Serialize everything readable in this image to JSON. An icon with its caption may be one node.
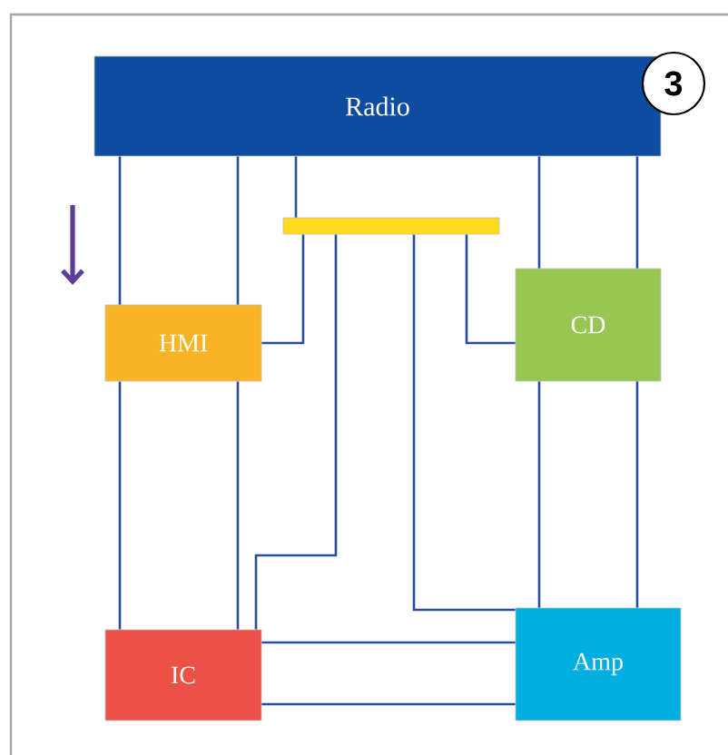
{
  "diagram": {
    "nodes": [
      {
        "text": [
          "Radio"
        ]
      },
      {
        "text": [],
        "shape": "bar"
      },
      {
        "text": [
          "HMI"
        ]
      },
      {
        "text": [
          "CD"
        ]
      },
      {
        "text": [
          "IC"
        ]
      },
      {
        "text": [
          "Amp"
        ]
      }
    ],
    "edges": [
      {
        "from": 0,
        "to": 2,
        "arrow": "none"
      },
      {
        "from": 0,
        "to": 2,
        "arrow": "none"
      },
      {
        "from": 2,
        "to": 4,
        "arrow": "none"
      },
      {
        "from": 2,
        "to": 4,
        "arrow": "none"
      },
      {
        "from": 0,
        "to": 1,
        "arrow": "none"
      },
      {
        "from": 2,
        "to": 1,
        "arrow": "none"
      },
      {
        "from": 1,
        "to": 4,
        "arrow": "none"
      },
      {
        "from": 1,
        "to": 5,
        "arrow": "none"
      },
      {
        "from": 1,
        "to": 3,
        "arrow": "none"
      },
      {
        "from": 0,
        "to": 3,
        "arrow": "none"
      },
      {
        "from": 0,
        "to": 3,
        "arrow": "none"
      },
      {
        "from": 3,
        "to": 5,
        "arrow": "none"
      },
      {
        "from": 3,
        "to": 5,
        "arrow": "none"
      },
      {
        "from": 4,
        "to": 5,
        "arrow": "none"
      },
      {
        "from": 4,
        "to": 5,
        "arrow": "none"
      }
    ],
    "labels": [
      "3"
    ]
  }
}
